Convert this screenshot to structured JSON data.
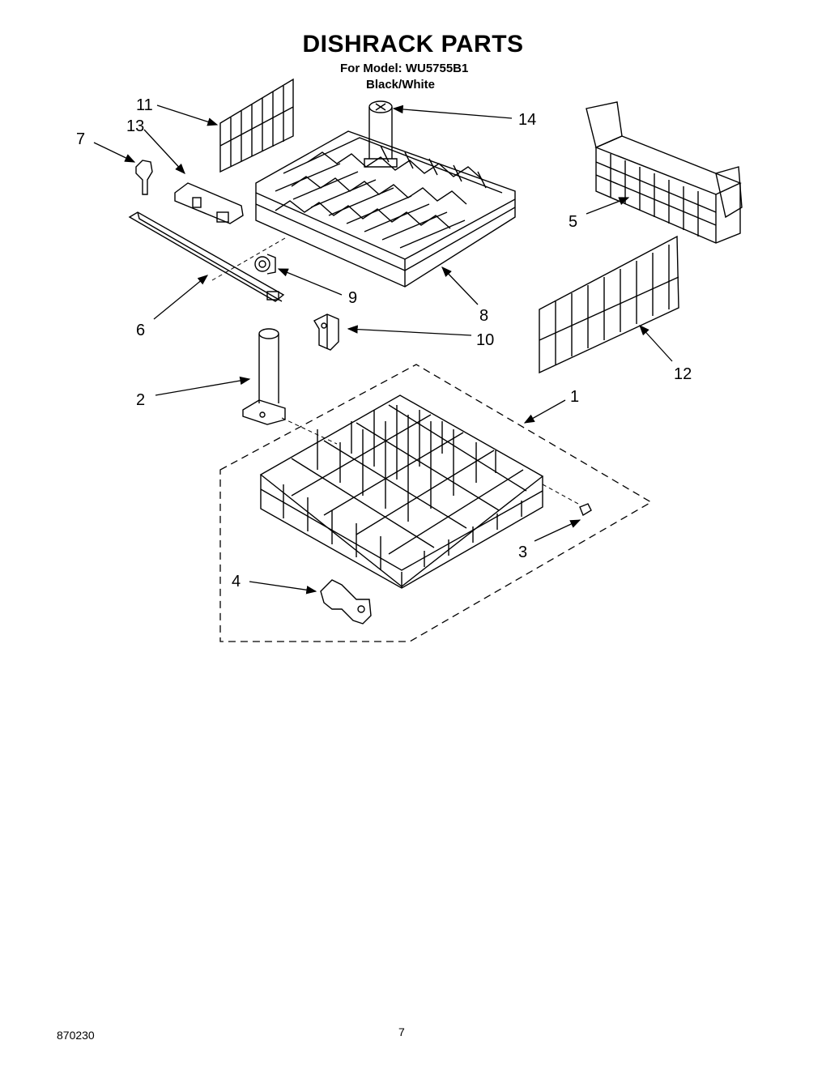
{
  "header": {
    "title": "DISHRACK PARTS",
    "model_line": "For Model: WU5755B1",
    "color_line": "Black/White"
  },
  "callouts": [
    {
      "id": "1",
      "label": "1"
    },
    {
      "id": "2",
      "label": "2"
    },
    {
      "id": "3",
      "label": "3"
    },
    {
      "id": "4",
      "label": "4"
    },
    {
      "id": "5",
      "label": "5"
    },
    {
      "id": "6",
      "label": "6"
    },
    {
      "id": "7",
      "label": "7"
    },
    {
      "id": "8",
      "label": "8"
    },
    {
      "id": "9",
      "label": "9"
    },
    {
      "id": "10",
      "label": "10"
    },
    {
      "id": "11",
      "label": "11"
    },
    {
      "id": "12",
      "label": "12"
    },
    {
      "id": "13",
      "label": "13"
    },
    {
      "id": "14",
      "label": "14"
    }
  ],
  "footer": {
    "doc_number": "870230",
    "page_number": "7"
  }
}
